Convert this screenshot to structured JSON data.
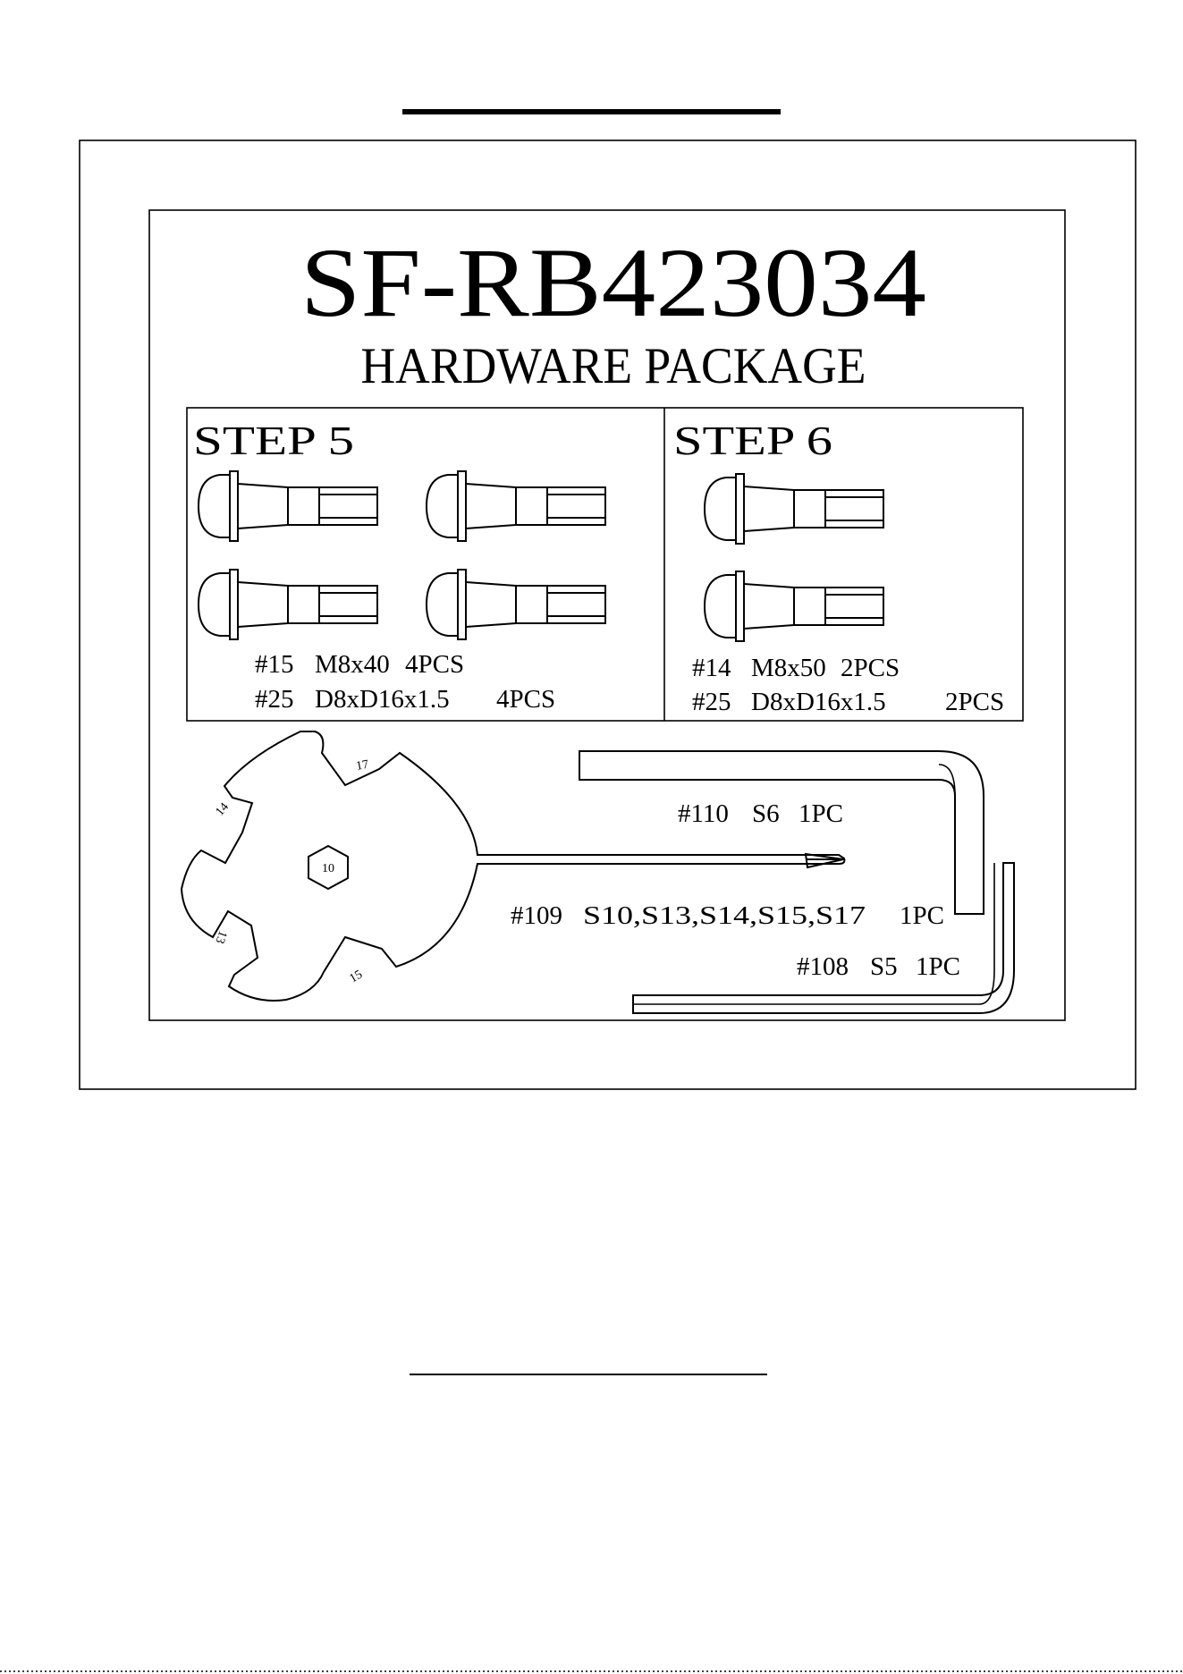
{
  "document": {
    "model": "SF-RB423034",
    "heading": "HARDWARE PACKAGE"
  },
  "steps": [
    {
      "title": "STEP 5",
      "parts": [
        {
          "code": "#15",
          "spec": "M8x40",
          "qty": "4PCS"
        },
        {
          "code": "#25",
          "spec": "D8xD16x1.5",
          "qty": "4PCS"
        }
      ],
      "bolt_count": 4
    },
    {
      "title": "STEP 6",
      "parts": [
        {
          "code": "#14",
          "spec": "M8x50",
          "qty": "2PCS"
        },
        {
          "code": "#25",
          "spec": "D8xD16x1.5",
          "qty": "2PCS"
        }
      ],
      "bolt_count": 2
    }
  ],
  "tools": [
    {
      "code": "#110",
      "spec": "S6",
      "qty": "1PC"
    },
    {
      "code": "#109",
      "spec": "S10,S13,S14,S15,S17",
      "qty": "1PC"
    },
    {
      "code": "#108",
      "spec": "S5",
      "qty": "1PC"
    }
  ],
  "wrench_sizes": [
    "17",
    "14",
    "13",
    "15",
    "10"
  ]
}
